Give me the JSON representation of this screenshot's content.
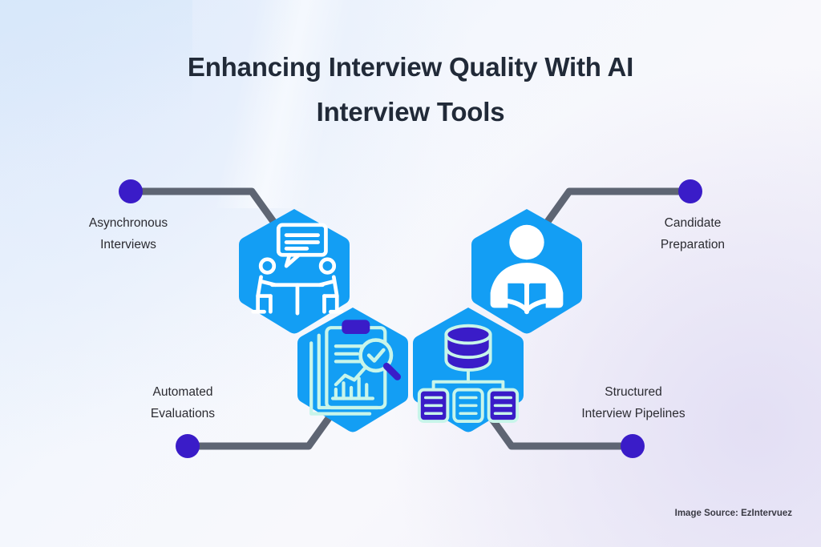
{
  "title": {
    "line1": "Enhancing Interview Quality With AI",
    "line2": "Interview Tools"
  },
  "nodes": [
    {
      "id": "asynchronous-interviews",
      "label_line1": "Asynchronous",
      "label_line2": "Interviews",
      "icon": "interview-table-speech-bubble-icon",
      "position": "top-left"
    },
    {
      "id": "candidate-preparation",
      "label_line1": "Candidate",
      "label_line2": "Preparation",
      "icon": "person-reading-book-icon",
      "position": "top-right"
    },
    {
      "id": "automated-evaluations",
      "label_line1": "Automated",
      "label_line2": "Evaluations",
      "icon": "clipboard-chart-magnifier-check-icon",
      "position": "bottom-left"
    },
    {
      "id": "structured-interview-pipelines",
      "label_line1": "Structured",
      "label_line2": "Interview Pipelines",
      "icon": "database-hierarchy-nodes-icon",
      "position": "bottom-right"
    }
  ],
  "credit": "Image Source: EzIntervuez",
  "colors": {
    "hexagon": "#139ef4",
    "connector_line": "#5e6573",
    "connector_dot": "#3a1cc8",
    "title_text": "#212a38",
    "label_text": "#2b2b31",
    "icon_white": "#ffffff",
    "icon_mint": "#c8f5ea",
    "icon_indigo": "#3a1cc8",
    "background_top_left": "#e4effc",
    "background_bottom_right": "#f1f0f9"
  }
}
